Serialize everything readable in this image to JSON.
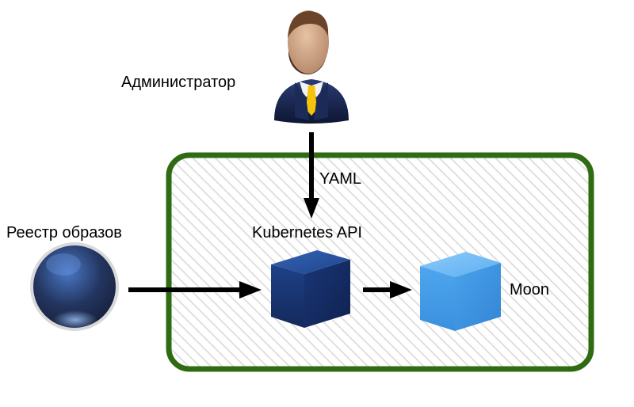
{
  "labels": {
    "administrator": "Администратор",
    "yaml": "YAML",
    "kubernetes_api": "Kubernetes API",
    "image_registry": "Реестр образов",
    "moon": "Moon"
  },
  "icons": {
    "administrator": "person-icon",
    "image_registry": "registry-sphere-icon",
    "kubernetes_api": "cube-icon",
    "moon": "cube-icon"
  },
  "colors": {
    "cluster_border": "#2f6b12",
    "kubernetes_cube": "#1e3f86",
    "moon_cube": "#3f9be8",
    "arrow": "#000000"
  }
}
